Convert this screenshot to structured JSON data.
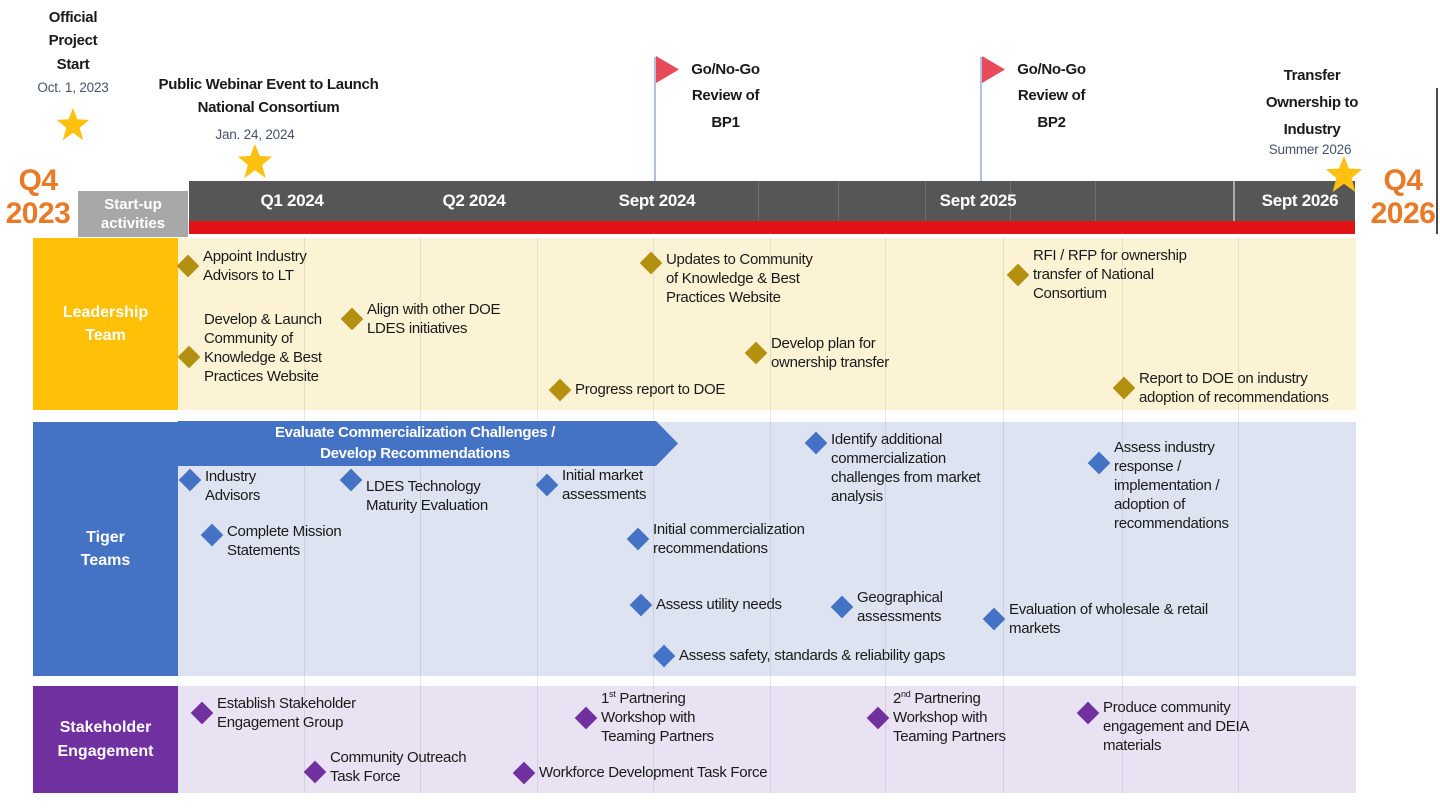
{
  "era": {
    "left": {
      "q": "Q4",
      "year": "2023"
    },
    "right": {
      "q": "Q4",
      "year": "2026"
    }
  },
  "top_milestones": {
    "official": {
      "title": "Official Project Start",
      "date": "Oct. 1, 2023",
      "icon": "star"
    },
    "webinar": {
      "title": "Public Webinar Event to Launch National Consortium",
      "date": "Jan. 24, 2024",
      "icon": "star"
    },
    "bp1": {
      "title": "Go/No-Go Review of BP1",
      "icon": "flag"
    },
    "bp2": {
      "title": "Go/No-Go Review of BP2",
      "icon": "flag"
    },
    "transfer": {
      "title": "Transfer Ownership to Industry",
      "date": "Summer 2026",
      "icon": "star"
    }
  },
  "header": {
    "startup_label": "Start-up activities",
    "periods": [
      "Q1 2024",
      "Q2 2024",
      "Sept 2024",
      "Sept 2025",
      "Sept 2026"
    ]
  },
  "banner": {
    "line1": "Evaluate Commercialization Challenges /",
    "line2": "Develop Recommendations"
  },
  "lanes": [
    {
      "label": "Leadership Team",
      "items": [
        {
          "label": "Appoint Industry Advisors to LT"
        },
        {
          "label": "Develop & Launch Community of Knowledge & Best Practices Website"
        },
        {
          "label": "Align with other DOE LDES initiatives"
        },
        {
          "label": "Updates to Community of Knowledge & Best Practices Website"
        },
        {
          "label": "Progress report to DOE"
        },
        {
          "label": "Develop plan for ownership transfer"
        },
        {
          "label": "RFI / RFP for ownership transfer of National Consortium"
        },
        {
          "label": "Report to DOE on industry adoption of recommendations"
        }
      ]
    },
    {
      "label": "Tiger Teams",
      "items": [
        {
          "label": "Industry Advisors"
        },
        {
          "label": "Complete Mission Statements"
        },
        {
          "label": "LDES Technology Maturity Evaluation"
        },
        {
          "label": "Initial market assessments"
        },
        {
          "label": "Initial commercialization recommendations"
        },
        {
          "label": "Assess utility needs"
        },
        {
          "label": "Assess safety, standards & reliability gaps"
        },
        {
          "label": "Identify additional commercialization challenges from market analysis"
        },
        {
          "label": "Geographical assessments"
        },
        {
          "label": "Evaluation of wholesale & retail markets"
        },
        {
          "label": "Assess industry response / implementation / adoption of recommendations"
        }
      ]
    },
    {
      "label": "Stakeholder Engagement",
      "items": [
        {
          "label": "Establish Stakeholder Engagement Group"
        },
        {
          "label": "Community Outreach Task Force"
        },
        {
          "ord": "1",
          "sup": "st",
          "rest": " Partnering Workshop with Teaming Partners"
        },
        {
          "label": "Workforce Development Task Force"
        },
        {
          "ord": "2",
          "sup": "nd",
          "rest": " Partnering Workshop with Teaming Partners"
        },
        {
          "label": "Produce community engagement and DEIA materials"
        }
      ]
    }
  ],
  "colors": {
    "accent_orange": "#E87A28",
    "bar_gray": "#565656",
    "stripe_red": "#E01417",
    "startup_gray": "#A8A8A8",
    "leadership_gold": "#FFC008",
    "leadership_lane_bg": "#FCF3D5",
    "leadership_diamond": "#B3900F",
    "tiger_blue": "#4472C4",
    "tiger_lane_bg": "#DDE3F0",
    "stakeholder_purple": "#7030A0",
    "stakeholder_lane_bg": "#E9E2F2",
    "star_gold": "#FFC010",
    "flag_red": "#E8495B",
    "date_slate": "#44546A"
  }
}
